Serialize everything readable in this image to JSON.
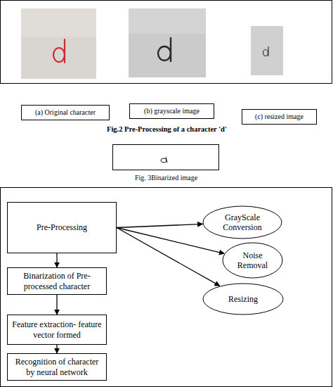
{
  "diagram": {
    "nodes": [
      {
        "text": [
          "(a) Original character"
        ]
      },
      {
        "text": [
          "(b) grayscale image"
        ]
      },
      {
        "text": [
          "(c) resized image"
        ]
      },
      {
        "text": [
          "Pre-Processing"
        ]
      },
      {
        "text": [
          "GrayScale Conversion"
        ]
      },
      {
        "text": [
          "Noise Removal"
        ]
      },
      {
        "text": [
          "Resizing"
        ]
      },
      {
        "text": [
          "Binarization of Pre-processed character"
        ]
      },
      {
        "text": [
          "Feature extraction- feature vector formed"
        ]
      },
      {
        "text": [
          "Recognition of character by neural network"
        ]
      }
    ],
    "edges": [
      {
        "from": 3,
        "to": 4,
        "arrow": "to"
      },
      {
        "from": 3,
        "to": 5,
        "arrow": "to"
      },
      {
        "from": 3,
        "to": 6,
        "arrow": "to"
      },
      {
        "from": 3,
        "to": 7,
        "arrow": "to"
      },
      {
        "from": 7,
        "to": 8,
        "arrow": "to"
      },
      {
        "from": 8,
        "to": 9,
        "arrow": "to"
      }
    ],
    "labels": [
      "Fig.2 Pre-Processing of a character 'd'",
      "Fig. 3Binarized image"
    ]
  }
}
